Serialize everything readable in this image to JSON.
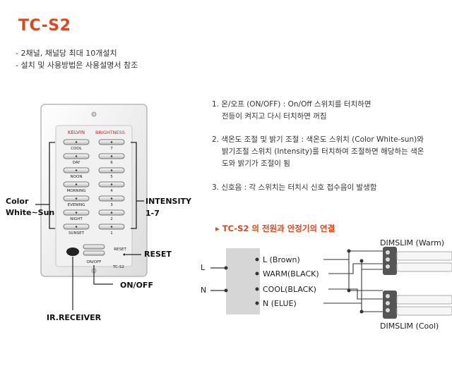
{
  "title": "TC-S2",
  "bullets": [
    "- 2채널, 채널당 최대 10개설치",
    "- 설치 및 사용방법은 사용설명서 참조"
  ],
  "notes": [
    [
      "1. 온/오프 (ON/OFF) : On/Off 스위치를 터치하면",
      "전등이 켜지고 다시 터치하면 꺼짐"
    ],
    [
      "2. 색온도 조절 및 밝기 조절 : 색온도 스위치 (Color White-sun)와",
      "밝기조절 스위치 (Intensity)를 터치하여 조절하면 해당하는 색온",
      "도와 밝기가 조절이 됨"
    ],
    [
      "3. 신호음 : 각 스위치는 터치시 신호 접수음이 발생함"
    ]
  ],
  "panel": {
    "kelvin": "KELVIN",
    "brightness": "BRIGHTNESS",
    "left_labels": [
      "COOL",
      "DAY",
      "NOON",
      "MORNING",
      "EVENING",
      "NIGHT",
      "SUNSET"
    ],
    "right_labels": [
      "7",
      "6",
      "5",
      "4",
      "3",
      "2",
      "1"
    ],
    "onoff": "ON/OFF",
    "reset": "RESET",
    "model": "TC-S2"
  },
  "callouts": {
    "color": "Color",
    "white_sun": "White~Sun",
    "intensity": "INTENSITY",
    "range": "1-7",
    "reset": "RESET",
    "onoff": "ON/OFF",
    "ir": "IR.RECEIVER"
  },
  "connection": {
    "title": "▸ TC-S2 의 전원과 안정기의 연결",
    "inputs": [
      "L",
      "N"
    ],
    "terminals": [
      "L (Brown)",
      "WARM(BLACK)",
      "COOL(BLACK)",
      "N (ELUE)"
    ],
    "lamp_warm": "DIMSLIM (Warm)",
    "lamp_cool": "DIMSLIM (Cool)"
  },
  "colors": {
    "accent": "#e0461c",
    "kelvin": "#d9232a",
    "panel": "#f2f2f2"
  }
}
